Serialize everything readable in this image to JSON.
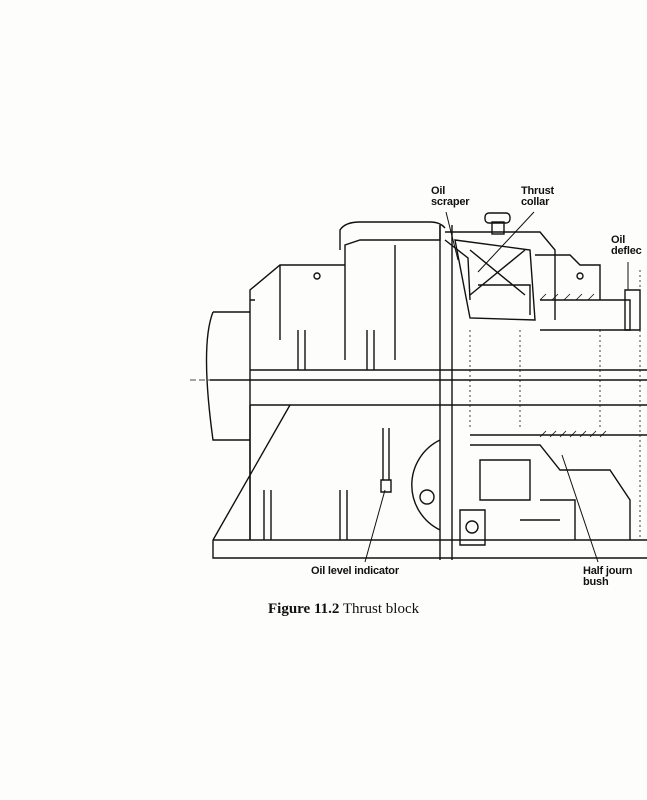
{
  "figure": {
    "number": "Figure 11.2",
    "title": "Thrust block"
  },
  "labels": {
    "oil_scraper": [
      "Oil",
      "scraper"
    ],
    "thrust_collar": [
      "Thrust",
      "collar"
    ],
    "oil_deflector": [
      "Oil",
      "deflec"
    ],
    "oil_level_indicator": "Oil level indicator",
    "half_journal_bush": [
      "Half journ",
      "bush"
    ]
  },
  "colors": {
    "ink": "#111111",
    "paper": "#fdfdfb"
  }
}
